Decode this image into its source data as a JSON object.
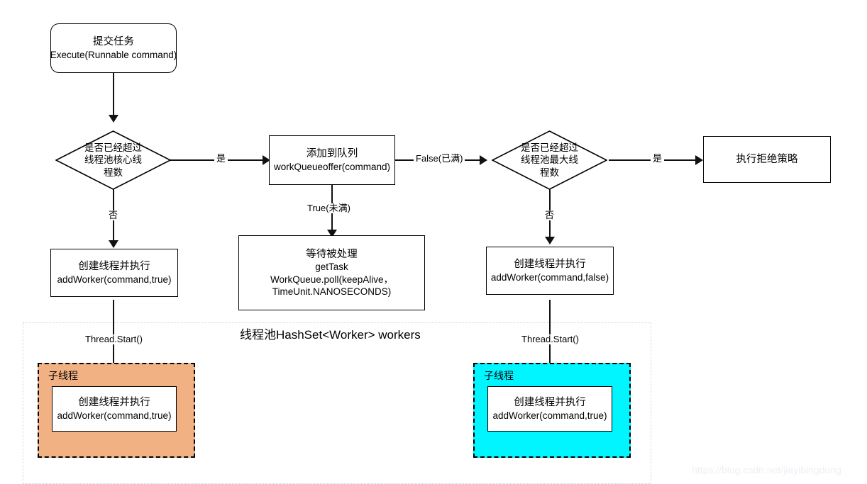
{
  "diagram": {
    "title_watermark": "https://blog.csdn.net/jiayibingdong",
    "pool_title": "线程池HashSet<Worker> workers",
    "colors": {
      "orange_fill": "#F2B183",
      "cyan_fill": "#00F5FF",
      "node_border": "#000000",
      "pool_border": "#C9D6EA",
      "connector": "#111111"
    }
  },
  "nodes": {
    "submit_task": {
      "line1": "提交任务",
      "line2": "Execute(Runnable command)"
    },
    "decision_core": {
      "line1": "是否已经超过",
      "line2": "线程池核心线",
      "line3": "程数"
    },
    "add_to_queue": {
      "line1": "添加到队列",
      "line2": "workQueueoffer(command)"
    },
    "decision_max": {
      "line1": "是否已经超过",
      "line2": "线程池最大线",
      "line3": "程数"
    },
    "reject_policy": {
      "line1": "执行拒绝策略"
    },
    "create_thread_true": {
      "line1": "创建线程并执行",
      "line2": "addWorker(command,true)"
    },
    "wait_processed": {
      "line1": "等待被处理",
      "line2": "getTask",
      "line3": "WorkQueue.poll(keepAlive，",
      "line4": "TimeUnit.NANOSECONDS)"
    },
    "create_thread_false": {
      "line1": "创建线程并执行",
      "line2": "addWorker(command,false)"
    },
    "worker_left": {
      "line1": "创建线程并执行",
      "line2": "addWorker(command,true)"
    },
    "worker_right": {
      "line1": "创建线程并执行",
      "line2": "addWorker(command,true)"
    }
  },
  "thread_groups": {
    "left": {
      "label": "子线程"
    },
    "right": {
      "label": "子线程"
    }
  },
  "edge_labels": {
    "core_yes": "是",
    "core_no": "否",
    "queue_false": "False(已满)",
    "queue_true": "True(未满)",
    "max_yes": "是",
    "max_no": "否",
    "thread_start_left": "Thread.Start()",
    "thread_start_right": "Thread.Start()"
  }
}
